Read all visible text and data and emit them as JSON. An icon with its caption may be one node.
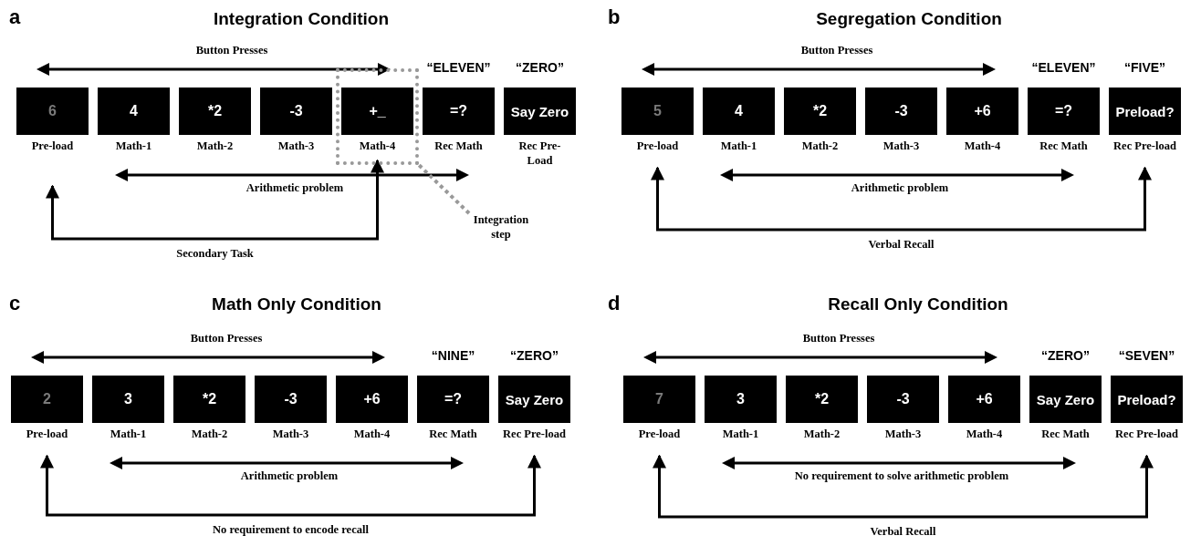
{
  "diagram": {
    "nodes": [
      {
        "text": [
          "6"
        ],
        "beside": [
          "Pre-load"
        ]
      },
      {
        "text": [
          "4"
        ],
        "beside": [
          "Math-1"
        ]
      },
      {
        "text": [
          "*2"
        ],
        "beside": [
          "Math-2"
        ]
      },
      {
        "text": [
          "-3"
        ],
        "beside": [
          "Math-3"
        ]
      },
      {
        "text": [
          "+_"
        ],
        "beside": [
          "Math-4"
        ],
        "in": 28
      },
      {
        "text": [
          "=?"
        ],
        "beside": [
          "“ELEVEN”",
          "Rec Math"
        ]
      },
      {
        "text": [
          "Say Zero"
        ],
        "beside": [
          "“ZERO”",
          "Rec Pre-Load"
        ]
      },
      {
        "text": [
          "5"
        ],
        "beside": [
          "Pre-load"
        ]
      },
      {
        "text": [
          "4"
        ],
        "beside": [
          "Math-1"
        ]
      },
      {
        "text": [
          "*2"
        ],
        "beside": [
          "Math-2"
        ]
      },
      {
        "text": [
          "-3"
        ],
        "beside": [
          "Math-3"
        ]
      },
      {
        "text": [
          "+6"
        ],
        "beside": [
          "Math-4"
        ]
      },
      {
        "text": [
          "=?"
        ],
        "beside": [
          "“ELEVEN”",
          "Rec Math"
        ]
      },
      {
        "text": [
          "Preload?"
        ],
        "beside": [
          "“FIVE”",
          "Rec Pre-load"
        ]
      },
      {
        "text": [
          "2"
        ],
        "beside": [
          "Pre-load"
        ]
      },
      {
        "text": [
          "3"
        ],
        "beside": [
          "Math-1"
        ]
      },
      {
        "text": [
          "*2"
        ],
        "beside": [
          "Math-2"
        ]
      },
      {
        "text": [
          "-3"
        ],
        "beside": [
          "Math-3"
        ]
      },
      {
        "text": [
          "+6"
        ],
        "beside": [
          "Math-4"
        ]
      },
      {
        "text": [
          "=?"
        ],
        "beside": [
          "“NINE”",
          "Rec Math"
        ]
      },
      {
        "text": [
          "Say Zero"
        ],
        "beside": [
          "“ZERO”",
          "Rec Pre-load"
        ]
      },
      {
        "text": [
          "7"
        ],
        "beside": [
          "Pre-load"
        ]
      },
      {
        "text": [
          "3"
        ],
        "beside": [
          "Math-1"
        ]
      },
      {
        "text": [
          "*2"
        ],
        "beside": [
          "Math-2"
        ]
      },
      {
        "text": [
          "-3"
        ],
        "beside": [
          "Math-3"
        ]
      },
      {
        "text": [
          "+6"
        ],
        "beside": [
          "Math-4"
        ]
      },
      {
        "text": [
          "Say Zero"
        ],
        "beside": [
          "“ZERO”",
          "Rec Math"
        ]
      },
      {
        "text": [
          "Preload?"
        ],
        "beside": [
          "“SEVEN”",
          "Rec Pre-load"
        ]
      },
      {
        "text": [],
        "shape": "box"
      },
      {
        "text": [
          "Integration step"
        ]
      }
    ],
    "edges": [
      {
        "from": 0,
        "to": 4,
        "arrow": "both",
        "label": "Secondary Task"
      },
      {
        "from": 7,
        "to": 13,
        "arrow": "both",
        "label": "Verbal Recall"
      },
      {
        "from": 14,
        "to": 20,
        "arrow": "both",
        "label": "No requirement to encode recall"
      },
      {
        "from": 21,
        "to": 27,
        "arrow": "both",
        "label": "Verbal Recall"
      },
      {
        "from": 29,
        "to": 28,
        "arrow": "none",
        "style": "dashed",
        "color": "#999999"
      }
    ],
    "labels": [
      "a",
      "Integration Condition",
      "Button Presses",
      "Arithmetic problem",
      "b",
      "Segregation Condition",
      "Button Presses",
      "Arithmetic problem",
      "c",
      "Math Only Condition",
      "Button Presses",
      "Arithmetic problem",
      "d",
      "Recall Only Condition",
      "Button Presses",
      "No requirement to solve arithmetic problem"
    ]
  }
}
